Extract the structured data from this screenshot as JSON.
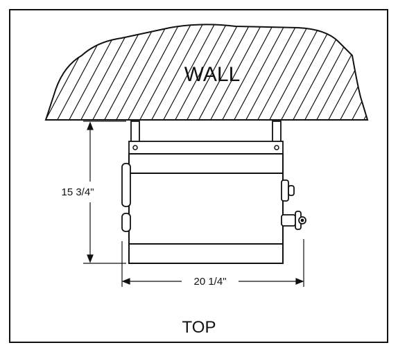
{
  "wall_label": "WALL",
  "height_dimension": "15 3/4\"",
  "width_dimension": "20 1/4\"",
  "view_label": "TOP"
}
